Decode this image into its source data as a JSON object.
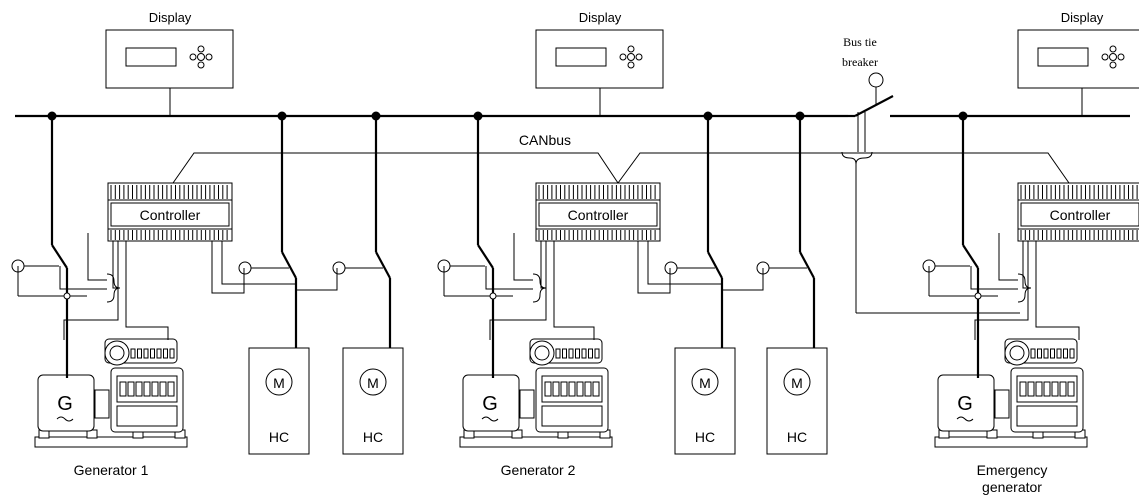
{
  "displays": [
    {
      "label": "Display"
    },
    {
      "label": "Display"
    },
    {
      "label": "Display"
    }
  ],
  "controllers": [
    {
      "label": "Controller"
    },
    {
      "label": "Controller"
    },
    {
      "label": "Controller"
    }
  ],
  "canbus_label": "CANbus",
  "bus_tie": {
    "line1": "Bus tie",
    "line2": "breaker"
  },
  "motor_symbol": "M",
  "generator_symbol": "G",
  "consumer_label": "HC",
  "generators": [
    {
      "lines": [
        "Generator 1"
      ]
    },
    {
      "lines": [
        "Generator 2"
      ]
    },
    {
      "lines": [
        "Emergency",
        "generator"
      ]
    }
  ],
  "consumers_count": 4
}
